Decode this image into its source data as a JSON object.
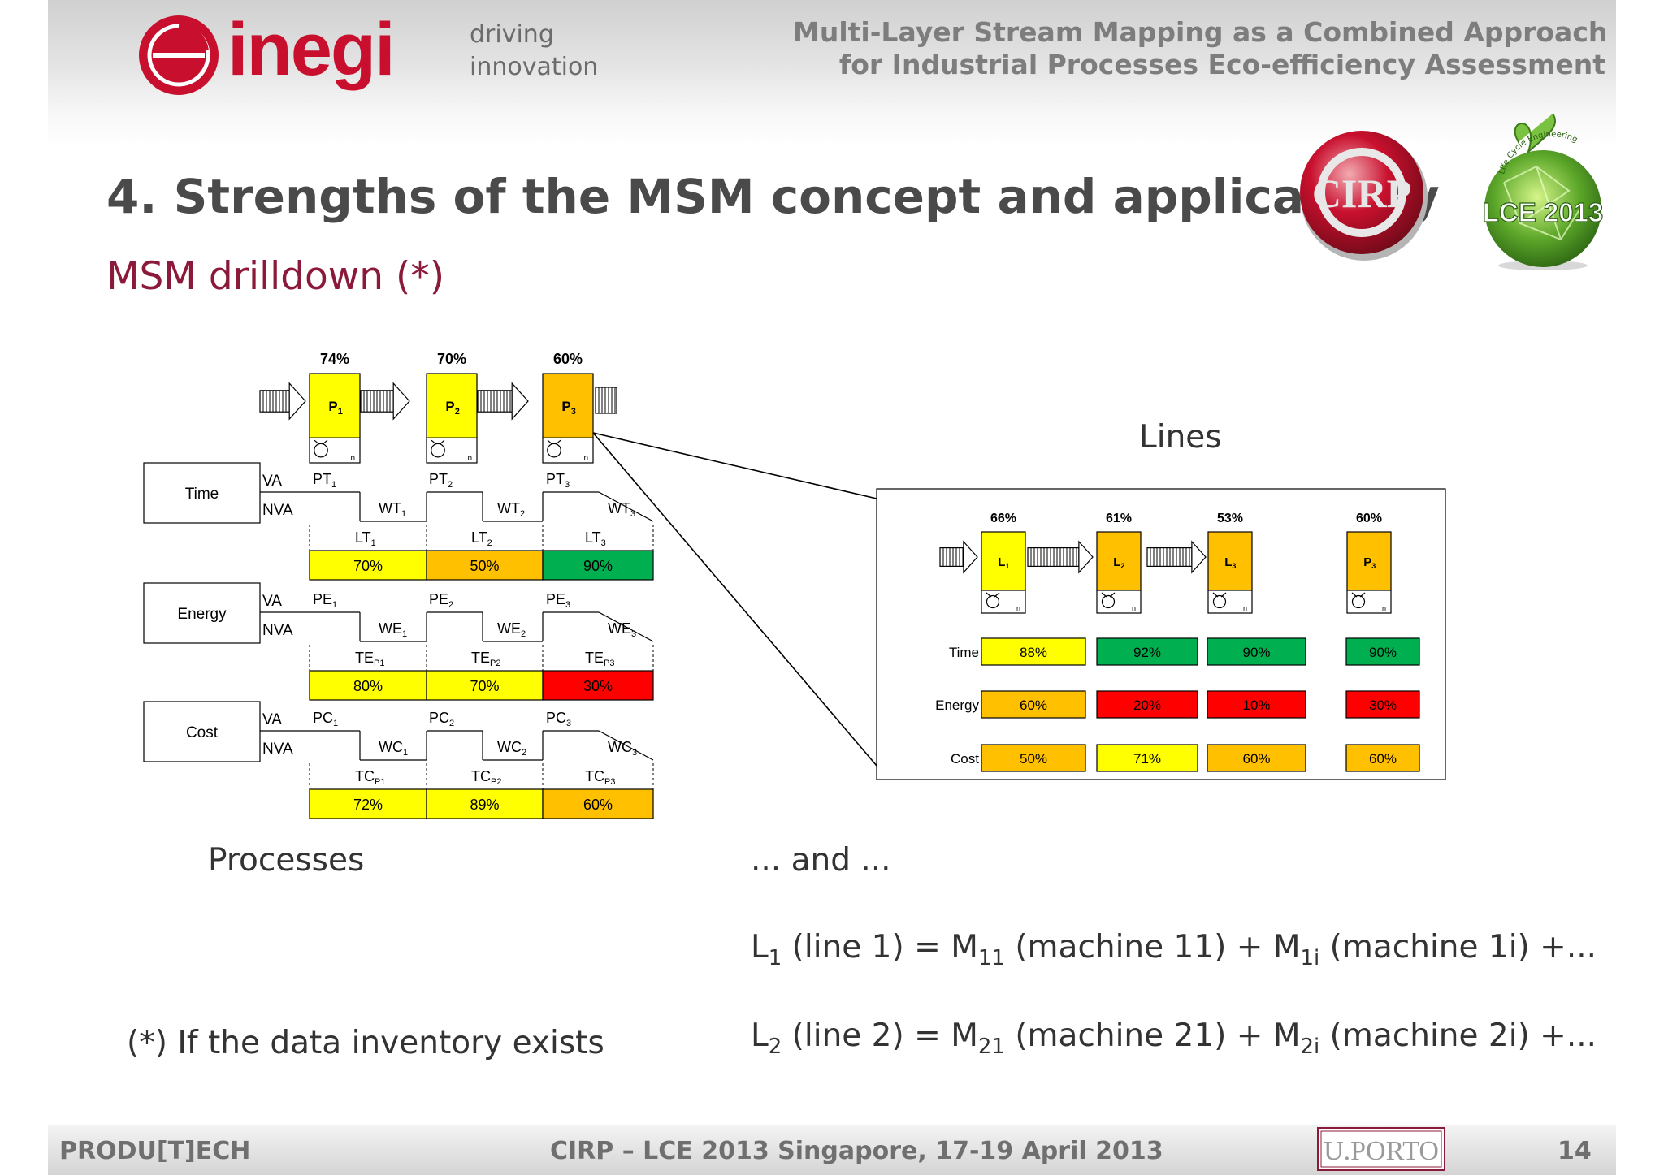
{
  "header": {
    "brand_word": "inegi",
    "tagline_line1": "driving",
    "tagline_line2": "innovation",
    "deck_title_line1": "Multi-Layer Stream Mapping as a Combined Approach",
    "deck_title_line2": "for Industrial Processes Eco-efficiency Assessment",
    "cirp_logo_text": "CIRP",
    "lce_logo_text": "LCE 2013",
    "lce_logo_arc": "Life Cycle Engineering"
  },
  "slide": {
    "title": "4. Strengths of the MSM concept and applicability",
    "subtitle": "MSM drilldown (*)"
  },
  "processes": {
    "label": "Processes",
    "efficiencies": [
      "74%",
      "70%",
      "60%"
    ],
    "box_labels": [
      {
        "main": "P",
        "sub": "1"
      },
      {
        "main": "P",
        "sub": "2"
      },
      {
        "main": "P",
        "sub": "3"
      }
    ],
    "box_colors": [
      "#ffff00",
      "#ffff00",
      "#ffc000"
    ],
    "multiplicity": "n",
    "va_label": "VA",
    "nva_label": "NVA",
    "layers": [
      {
        "name": "Time",
        "va": [
          {
            "main": "PT",
            "sub": "1"
          },
          {
            "main": "PT",
            "sub": "2"
          },
          {
            "main": "PT",
            "sub": "3"
          }
        ],
        "nva": [
          {
            "main": "WT",
            "sub": "1"
          },
          {
            "main": "WT",
            "sub": "2"
          },
          {
            "main": "WT",
            "sub": "3"
          }
        ],
        "totals": [
          {
            "main": "LT",
            "sub": "1"
          },
          {
            "main": "LT",
            "sub": "2"
          },
          {
            "main": "LT",
            "sub": "3"
          }
        ],
        "values": [
          "70%",
          "50%",
          "90%"
        ],
        "colors": [
          "#ffff00",
          "#ffc000",
          "#00b050"
        ]
      },
      {
        "name": "Energy",
        "va": [
          {
            "main": "PE",
            "sub": "1"
          },
          {
            "main": "PE",
            "sub": "2"
          },
          {
            "main": "PE",
            "sub": "3"
          }
        ],
        "nva": [
          {
            "main": "WE",
            "sub": "1"
          },
          {
            "main": "WE",
            "sub": "2"
          },
          {
            "main": "WE",
            "sub": "3"
          }
        ],
        "totals": [
          {
            "main": "TE",
            "sub": "P1"
          },
          {
            "main": "TE",
            "sub": "P2"
          },
          {
            "main": "TE",
            "sub": "P3"
          }
        ],
        "values": [
          "80%",
          "70%",
          "30%"
        ],
        "colors": [
          "#ffff00",
          "#ffff00",
          "#ff0000"
        ]
      },
      {
        "name": "Cost",
        "va": [
          {
            "main": "PC",
            "sub": "1"
          },
          {
            "main": "PC",
            "sub": "2"
          },
          {
            "main": "PC",
            "sub": "3"
          }
        ],
        "nva": [
          {
            "main": "WC",
            "sub": "1"
          },
          {
            "main": "WC",
            "sub": "2"
          },
          {
            "main": "WC",
            "sub": "3"
          }
        ],
        "totals": [
          {
            "main": "TC",
            "sub": "P1"
          },
          {
            "main": "TC",
            "sub": "P2"
          },
          {
            "main": "TC",
            "sub": "P3"
          }
        ],
        "values": [
          "72%",
          "89%",
          "60%"
        ],
        "colors": [
          "#ffff00",
          "#ffff00",
          "#ffc000"
        ]
      }
    ]
  },
  "lines": {
    "label": "Lines",
    "efficiencies": [
      "66%",
      "61%",
      "53%",
      "60%"
    ],
    "box_labels": [
      {
        "main": "L",
        "sub": "1"
      },
      {
        "main": "L",
        "sub": "2"
      },
      {
        "main": "L",
        "sub": "3"
      },
      {
        "main": "P",
        "sub": "3"
      }
    ],
    "box_colors": [
      "#ffff00",
      "#ffc000",
      "#ffc000",
      "#ffc000"
    ],
    "multiplicity": "n",
    "rows": [
      {
        "name": "Time",
        "values": [
          "88%",
          "92%",
          "90%",
          "90%"
        ],
        "colors": [
          "#ffff00",
          "#00b050",
          "#00b050",
          "#00b050"
        ]
      },
      {
        "name": "Energy",
        "values": [
          "60%",
          "20%",
          "10%",
          "30%"
        ],
        "colors": [
          "#ffc000",
          "#ff0000",
          "#ff0000",
          "#ff0000"
        ]
      },
      {
        "name": "Cost",
        "values": [
          "50%",
          "71%",
          "60%",
          "60%"
        ],
        "colors": [
          "#ffc000",
          "#ffff00",
          "#ffc000",
          "#ffc000"
        ]
      }
    ]
  },
  "and_text": "... and ...",
  "formulas": [
    {
      "l": "L",
      "l_sub": "1",
      "l_desc": " (line 1) = ",
      "m1": "M",
      "m1_sub": "11",
      "m1_desc": " (machine 11) + ",
      "m2": "M",
      "m2_sub": "1i",
      "m2_desc": " (machine 1i) +..."
    },
    {
      "l": "L",
      "l_sub": "2",
      "l_desc": " (line 2) = ",
      "m1": "M",
      "m1_sub": "21",
      "m1_desc": " (machine 21) + ",
      "m2": "M",
      "m2_sub": "2i",
      "m2_desc": " (machine 2i) +..."
    }
  ],
  "footnote": "(*) If the data inventory exists",
  "footer": {
    "left": "PRODU[T]ECH",
    "center": "CIRP – LCE 2013 Singapore, 17-19 April 2013",
    "logo_text": "U.PORTO",
    "page": "14"
  },
  "colors": {
    "brand_red": "#c8102e",
    "subtitle": "#8b1a3a",
    "green": "#00b050",
    "yellow": "#ffff00",
    "orange": "#ffc000",
    "red": "#ff0000"
  }
}
